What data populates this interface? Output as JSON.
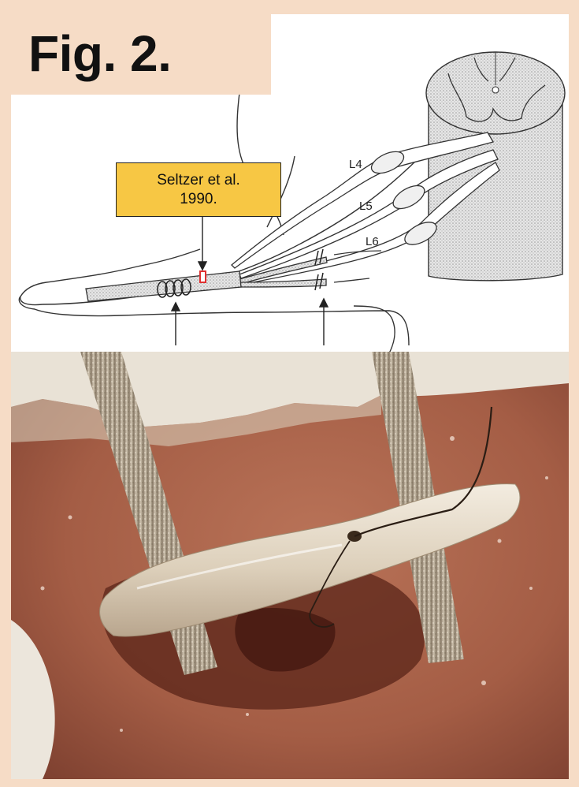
{
  "figure_label": "Fig. 2.",
  "citation": {
    "line1": "Seltzer et al.",
    "line2": "1990."
  },
  "nerve_roots": [
    "L4",
    "L5",
    "L6"
  ],
  "colors": {
    "page_background": "#f6dcc6",
    "citation_box": "#f7c744",
    "ligature_marker": "#e03030",
    "tissue": "#b56a4f",
    "nerve": "#e8dcc6",
    "retractor": "#a89a86"
  },
  "icons": [
    "spinal-cord-cross-section",
    "hindlimb-outline",
    "ligature-marker",
    "ligation-arrow"
  ]
}
